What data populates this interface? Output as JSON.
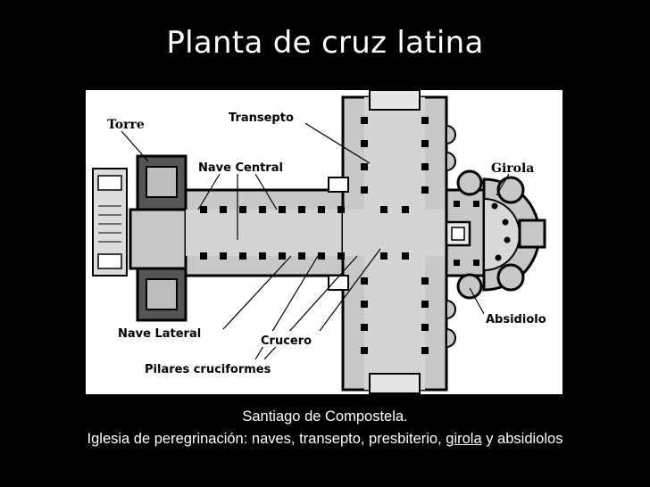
{
  "title": "Planta de cruz latina",
  "labels": {
    "torre": "Torre",
    "transepto": "Transepto",
    "nave_central": "Nave Central",
    "girola": "Girola",
    "nave_lateral": "Nave Lateral",
    "crucero": "Crucero",
    "absidiolo": "Absidiolo",
    "pilares": "Pilares cruciformes"
  },
  "caption": {
    "line1": "Santiago de Compostela.",
    "line2_prefix": "Iglesia de peregrinación: naves, transepto, presbiterio, ",
    "line2_link": "girola",
    "line2_suffix": " y absidiolos"
  },
  "colors": {
    "background": "#000000",
    "panel": "#ffffff",
    "floor": "#c8c8c8",
    "wall": "#000000"
  }
}
